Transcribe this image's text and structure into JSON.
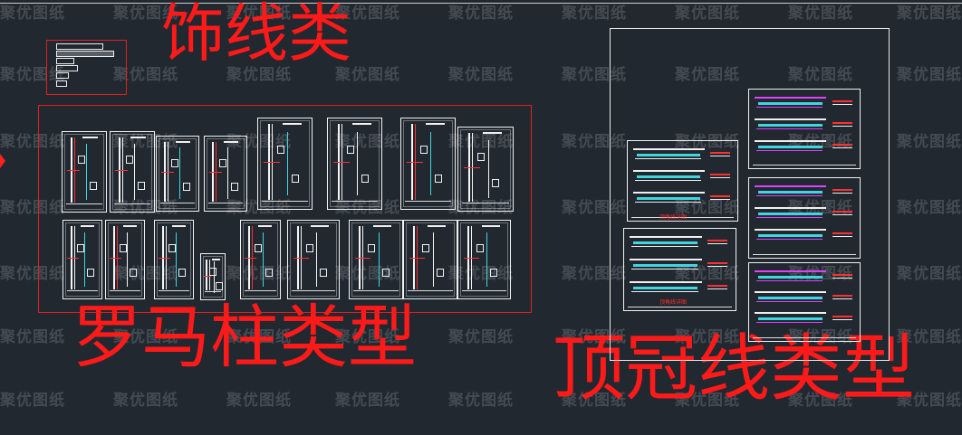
{
  "titles": {
    "decor_lines": "饰线类",
    "roman_columns": "罗马柱类型",
    "crown_molding": "顶冠线类型"
  },
  "watermark": "聚优图纸",
  "crown_captions": [
    "顶角线详图",
    "顶角线详图"
  ],
  "colors": {
    "background": "#212830",
    "title_red": "#ff1a1a",
    "drawing_white": "#f2f2f2",
    "cyan": "#3fd6e0",
    "magenta": "#e040ff",
    "red_line": "#ff3030"
  }
}
